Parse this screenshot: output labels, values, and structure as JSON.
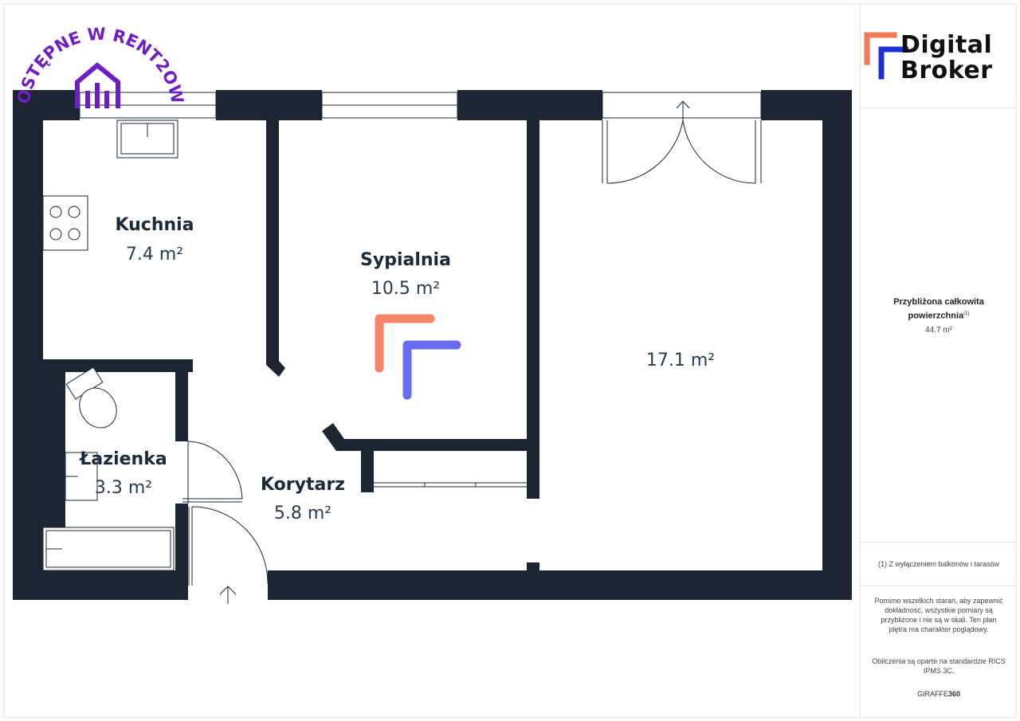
{
  "badge": {
    "text": "DOSTĘPNE W RENT2OWN",
    "color": "#6e1fc4"
  },
  "rooms": {
    "kitchen": {
      "name": "Kuchnia",
      "area": "7.4 m²"
    },
    "bedroom": {
      "name": "Sypialnia",
      "area": "10.5 m²"
    },
    "living": {
      "area": "17.1 m²"
    },
    "bathroom": {
      "name": "Łazienka",
      "area": "3.3 m²"
    },
    "hallway": {
      "name": "Korytarz",
      "area": "5.8 m²"
    }
  },
  "sidebar": {
    "logo_line1": "Digital",
    "logo_line2": "Broker",
    "total_label": "Przybliżona całkowita powierzchnia",
    "total_label_sup": "(1)",
    "total_value": "44.7 m²",
    "footnote": "(1) Z wyłączeniem balkonów i tarasów",
    "disclaimer": "Pomimo wszelkich starań, aby zapewnić dokładność, wszystkie pomiary są przybliżone i nie są w skali. Ten plan piętra ma charakter poglądowy.",
    "standard": "Obliczenia są oparte na standardzie RICS IPMS 3C.",
    "brand_prefix": "GIRAFFE",
    "brand_suffix": "360"
  },
  "colors": {
    "wall": "#1c2633",
    "logo_orange": "#f47a55",
    "logo_blue": "#1f2fd6",
    "watermark_orange": "#f4846a",
    "watermark_blue": "#6a6af0"
  }
}
